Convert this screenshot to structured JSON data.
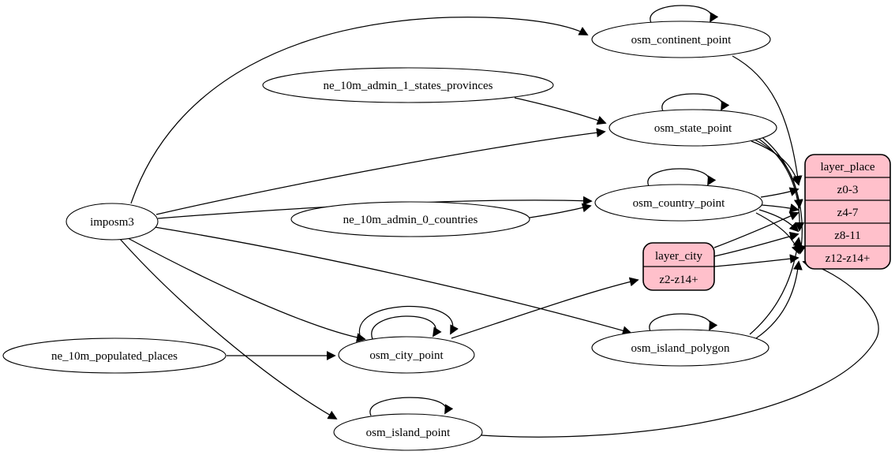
{
  "diagram": {
    "background_color": "#ffffff",
    "edge_color": "#000000",
    "node_fill": "#ffffff",
    "record_fill": "#ffc0cb",
    "nodes": {
      "imposm3": {
        "label": "imposm3"
      },
      "ne_10m_admin_1_states_provinces": {
        "label": "ne_10m_admin_1_states_provinces"
      },
      "ne_10m_admin_0_countries": {
        "label": "ne_10m_admin_0_countries"
      },
      "ne_10m_populated_places": {
        "label": "ne_10m_populated_places"
      },
      "osm_continent_point": {
        "label": "osm_continent_point"
      },
      "osm_state_point": {
        "label": "osm_state_point"
      },
      "osm_country_point": {
        "label": "osm_country_point"
      },
      "osm_city_point": {
        "label": "osm_city_point"
      },
      "osm_island_polygon": {
        "label": "osm_island_polygon"
      },
      "osm_island_point": {
        "label": "osm_island_point"
      }
    },
    "records": {
      "layer_city": {
        "title": "layer_city",
        "rows": [
          "z2-z14+"
        ],
        "fill": "#ffc0cb"
      },
      "layer_place": {
        "title": "layer_place",
        "rows": [
          "z0-3",
          "z4-7",
          "z8-11",
          "z12-z14+"
        ],
        "fill": "#ffc0cb"
      }
    },
    "edges": [
      {
        "from": "imposm3",
        "to": "osm_continent_point"
      },
      {
        "from": "imposm3",
        "to": "osm_state_point"
      },
      {
        "from": "imposm3",
        "to": "osm_country_point"
      },
      {
        "from": "imposm3",
        "to": "osm_city_point"
      },
      {
        "from": "imposm3",
        "to": "osm_island_polygon"
      },
      {
        "from": "imposm3",
        "to": "osm_island_point"
      },
      {
        "from": "ne_10m_admin_1_states_provinces",
        "to": "osm_state_point"
      },
      {
        "from": "ne_10m_admin_0_countries",
        "to": "osm_country_point"
      },
      {
        "from": "ne_10m_populated_places",
        "to": "osm_city_point"
      },
      {
        "from": "osm_continent_point",
        "to": "osm_continent_point"
      },
      {
        "from": "osm_state_point",
        "to": "osm_state_point"
      },
      {
        "from": "osm_country_point",
        "to": "osm_country_point"
      },
      {
        "from": "osm_city_point",
        "to": "osm_city_point"
      },
      {
        "from": "osm_city_point",
        "to": "osm_city_point"
      },
      {
        "from": "osm_island_polygon",
        "to": "osm_island_polygon"
      },
      {
        "from": "osm_island_point",
        "to": "osm_island_point"
      },
      {
        "from": "osm_city_point",
        "to": "layer_city:z2-z14+"
      },
      {
        "from": "osm_continent_point",
        "to": "layer_place:z0-3"
      },
      {
        "from": "osm_state_point",
        "to": "layer_place:z0-3"
      },
      {
        "from": "osm_state_point",
        "to": "layer_place:z4-7"
      },
      {
        "from": "osm_state_point",
        "to": "layer_place:z8-11"
      },
      {
        "from": "osm_state_point",
        "to": "layer_place:z12-z14+"
      },
      {
        "from": "osm_country_point",
        "to": "layer_place:z0-3"
      },
      {
        "from": "osm_country_point",
        "to": "layer_place:z4-7"
      },
      {
        "from": "osm_country_point",
        "to": "layer_place:z8-11"
      },
      {
        "from": "osm_country_point",
        "to": "layer_place:z12-z14+"
      },
      {
        "from": "layer_city:z2-z14+",
        "to": "layer_place:z4-7"
      },
      {
        "from": "layer_city:z2-z14+",
        "to": "layer_place:z8-11"
      },
      {
        "from": "layer_city:z2-z14+",
        "to": "layer_place:z12-z14+"
      },
      {
        "from": "osm_island_polygon",
        "to": "layer_place:z8-11"
      },
      {
        "from": "osm_island_polygon",
        "to": "layer_place:z12-z14+"
      },
      {
        "from": "osm_island_point",
        "to": "layer_place:z12-z14+"
      }
    ]
  }
}
